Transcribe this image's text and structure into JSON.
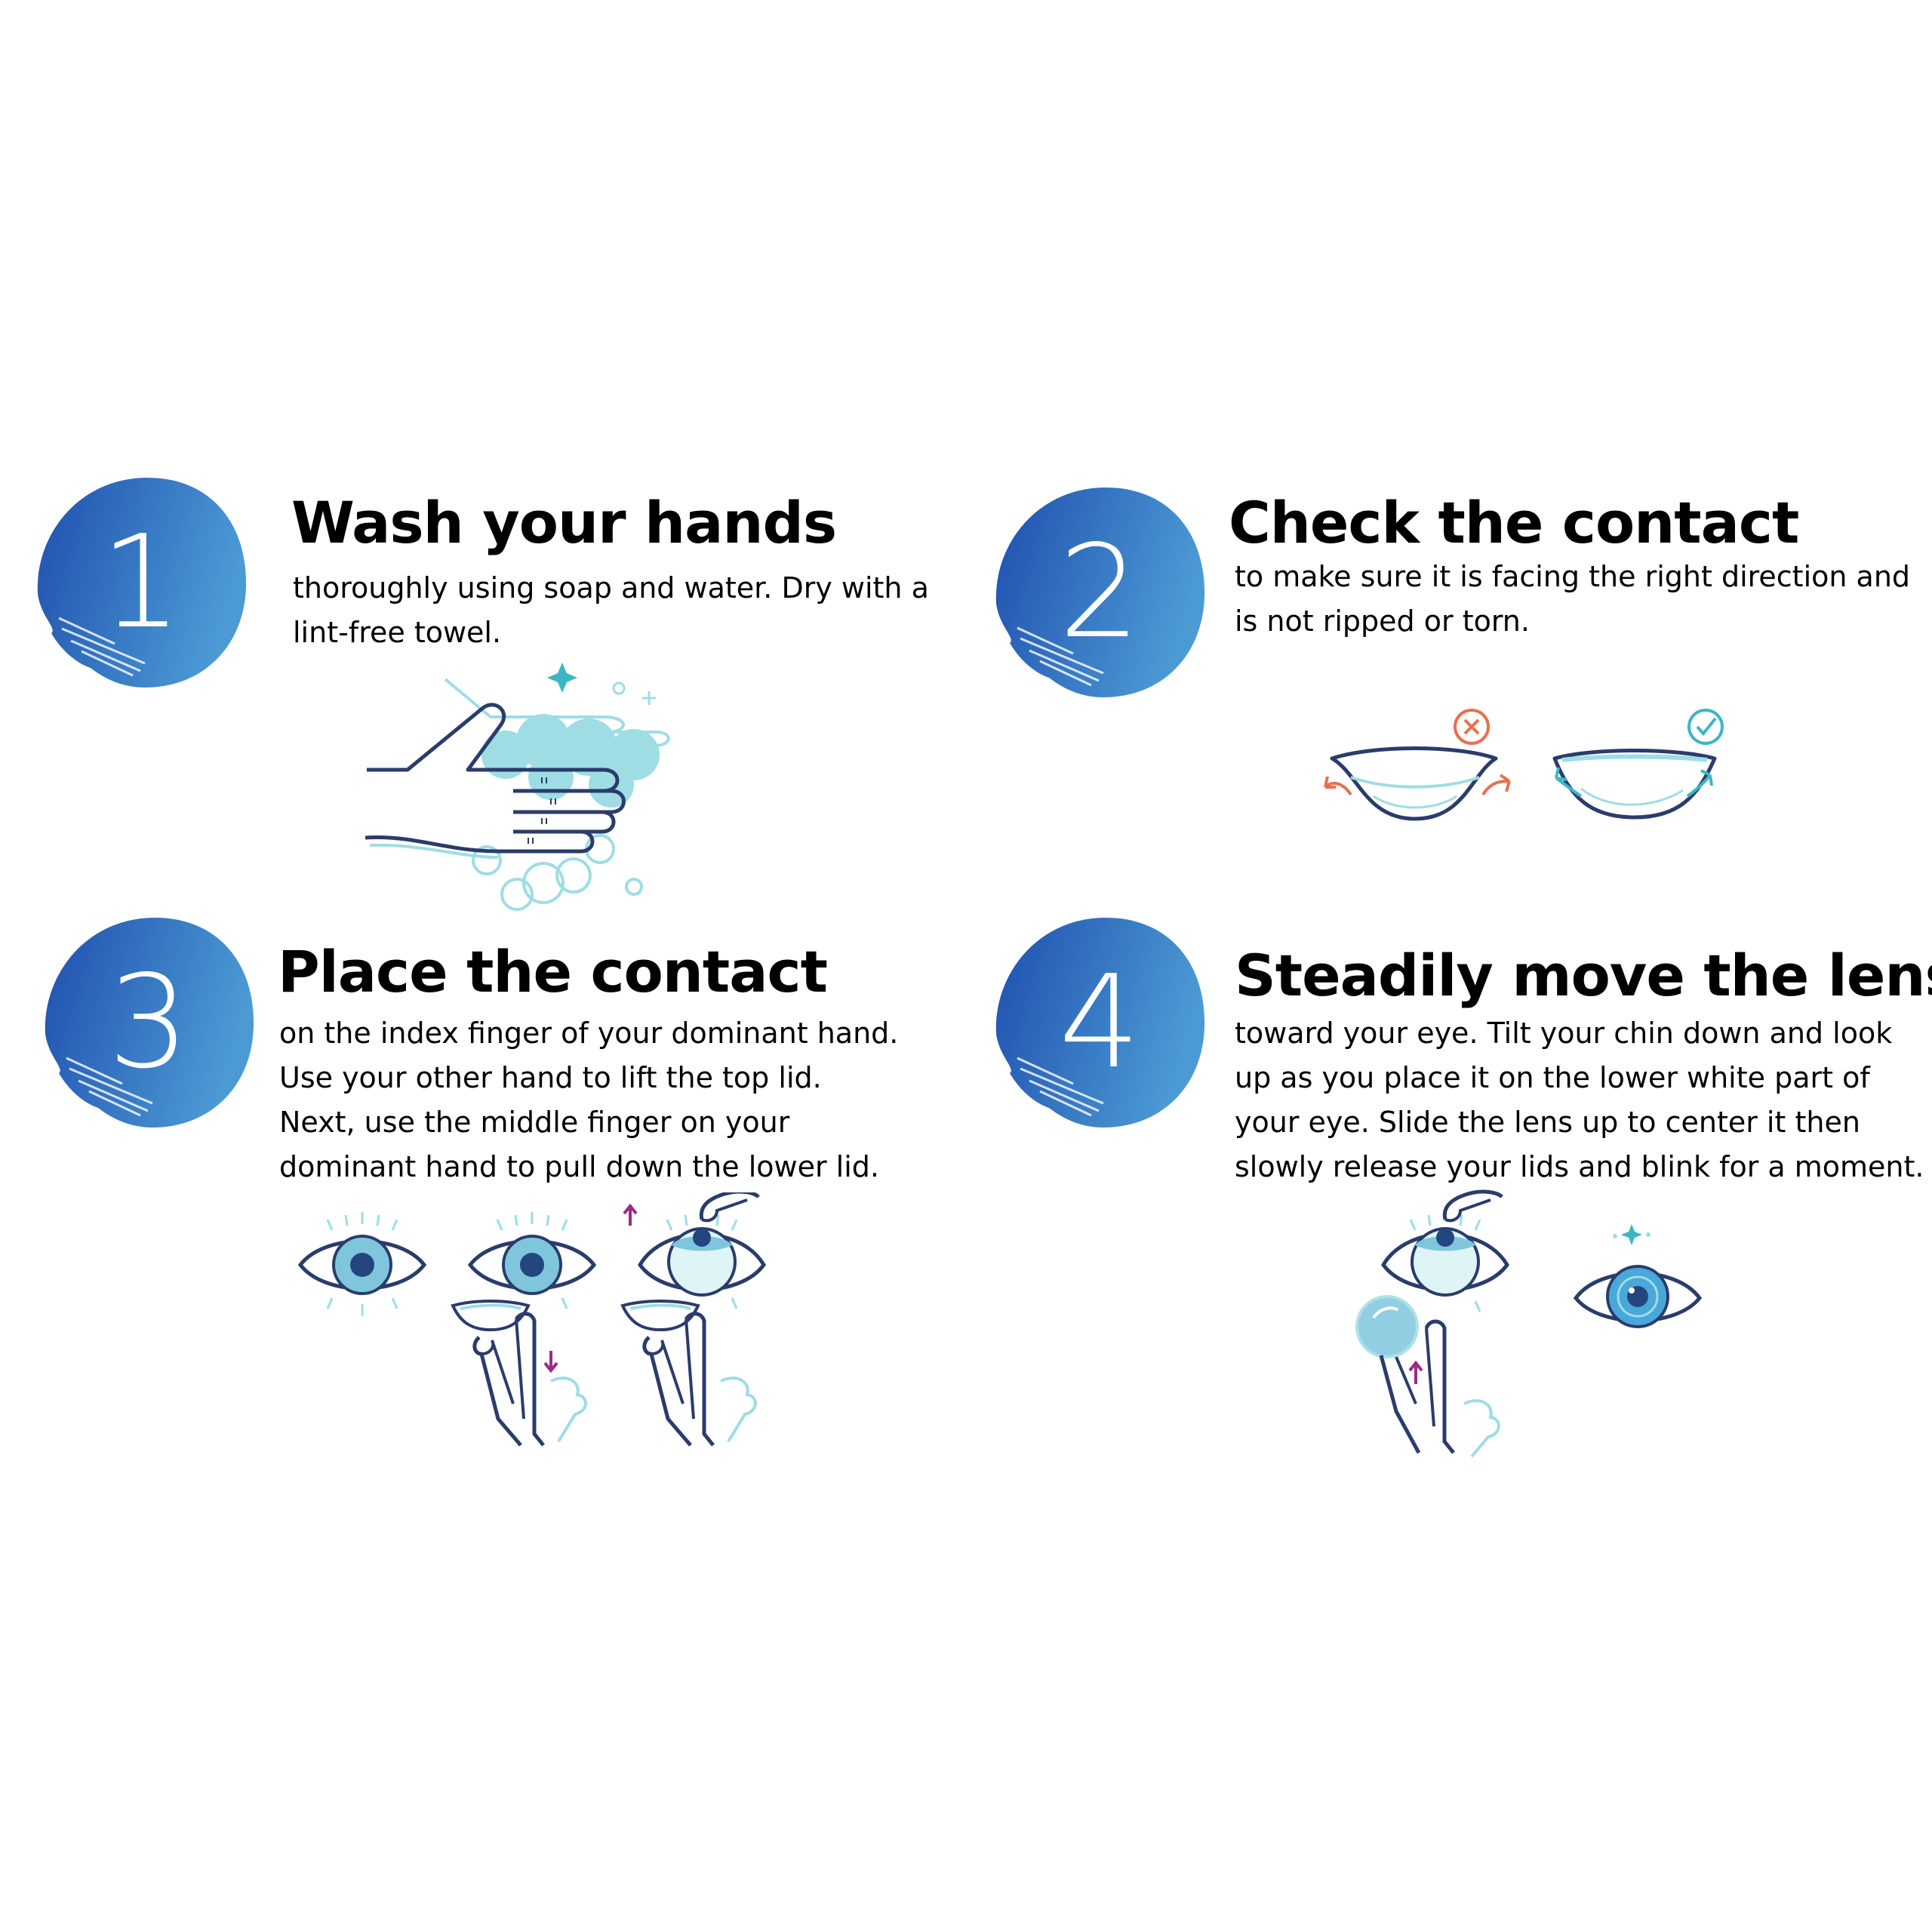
{
  "colors": {
    "badge_dark": "#1f4fae",
    "badge_light": "#4b9ad4",
    "outline": "#2a3c6b",
    "foam": "#9edde4",
    "iris": "#7fc6dd",
    "pupil": "#24467f",
    "wrong": "#e8704f",
    "right": "#3db6c4",
    "arrow": "#9c2a86"
  },
  "steps": [
    {
      "number": "1",
      "title": "Wash your hands",
      "lines": [
        "thoroughly using soap and water. Dry with a",
        "lint-free towel."
      ],
      "icon": "hand-washing-icon"
    },
    {
      "number": "2",
      "title": "Check the contact",
      "lines": [
        "to make sure it is facing the right direction and",
        "is not ripped or torn."
      ],
      "icon": "contact-lens-orientation-icon"
    },
    {
      "number": "3",
      "title": "Place the contact",
      "lines": [
        "on the index finger of your dominant hand.",
        "Use your other hand to lift the top lid.",
        "Next, use the middle finger on your",
        "dominant hand to pull down the lower lid."
      ],
      "icon": "eyelid-lifting-icon"
    },
    {
      "number": "4",
      "title": "Steadily move the lens",
      "lines": [
        "toward your eye. Tilt your chin down and look",
        "up as you place it on the lower white part of",
        "your eye. Slide the lens up to center it then",
        "slowly release your lids and blink for a moment."
      ],
      "icon": "lens-insertion-icon"
    }
  ]
}
